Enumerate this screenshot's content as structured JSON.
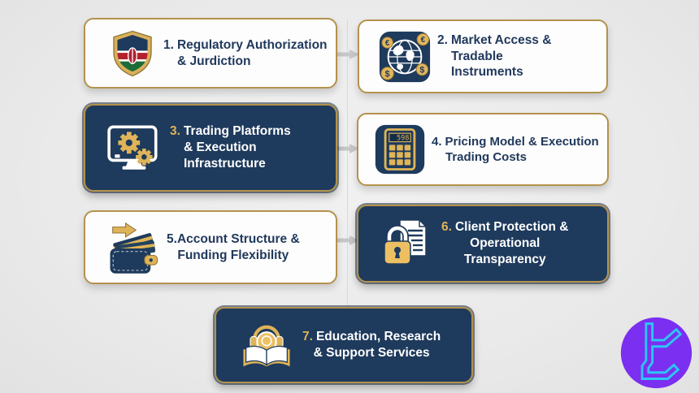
{
  "page": {
    "background": "#ececec",
    "divider_color": "#d9d9d9",
    "arrow_color": "#c7c7c7"
  },
  "palette": {
    "navy": "#1e3a5c",
    "gold_border": "#b3924c",
    "gold_icon": "#dfb458",
    "light_card_bg": "#fdfdfd",
    "dark_card_number": "#dfb458"
  },
  "cards": [
    {
      "number": "1.",
      "lines": [
        "Regulatory Authorization",
        "& Jurdiction"
      ],
      "variant": "light",
      "icon": "kenya-flag-shield"
    },
    {
      "number": "2.",
      "lines": [
        "Market Access &",
        "Tradable",
        "Instruments"
      ],
      "variant": "light",
      "icon": "globe-currencies",
      "coins": [
        "€",
        "€",
        "$",
        "$"
      ]
    },
    {
      "number": "3.",
      "lines": [
        "Trading Platforms",
        "& Execution",
        "Infrastructure"
      ],
      "variant": "dark",
      "icon": "monitor-gears"
    },
    {
      "number": "4.",
      "lines": [
        "Pricing Model & Execution",
        "Trading Costs"
      ],
      "variant": "light",
      "icon": "calculator",
      "icon_text": "598"
    },
    {
      "number": "5.",
      "lines": [
        "Account Structure &",
        "Funding Flexibility"
      ],
      "variant": "light",
      "icon": "wallet-cards-arrow"
    },
    {
      "number": "6.",
      "lines": [
        "Client Protection &",
        "Operational",
        "Transparency"
      ],
      "variant": "dark",
      "icon": "padlock-document"
    },
    {
      "number": "7.",
      "lines": [
        "Education, Research",
        "& Support Services"
      ],
      "variant": "dark",
      "icon": "book-bulb-headphones"
    }
  ],
  "logo": {
    "shape": "tc-monogram",
    "circle_color": "#7b2ff0",
    "glyph_color": "#2cc6f5"
  }
}
